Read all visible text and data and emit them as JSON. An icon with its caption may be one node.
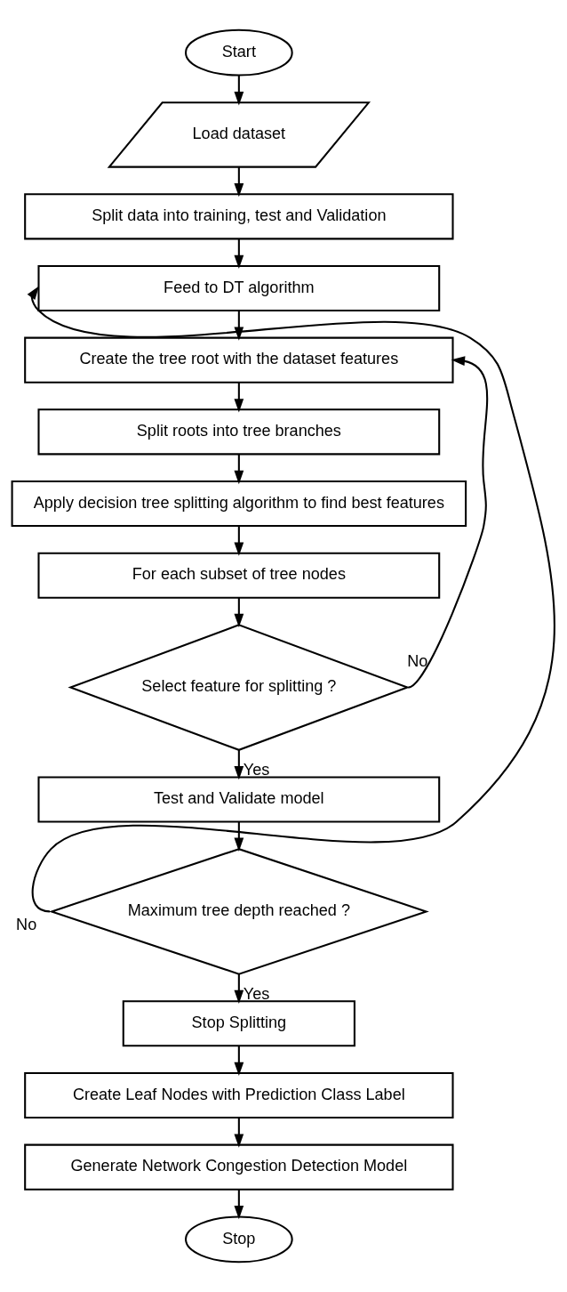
{
  "diagram": {
    "nodes": [
      {
        "text": [
          "Start"
        ]
      },
      {
        "text": [
          "Load dataset"
        ]
      },
      {
        "text": [
          "Split data into training, test and Validation"
        ]
      },
      {
        "text": [
          "Feed to DT algorithm"
        ]
      },
      {
        "text": [
          "Create the tree root with the dataset features"
        ]
      },
      {
        "text": [
          "Split roots into tree branches"
        ]
      },
      {
        "text": [
          "Apply decision tree splitting algorithm to find best features"
        ]
      },
      {
        "text": [
          "For each subset of tree nodes"
        ]
      },
      {
        "text": [
          "Select feature for splitting ?"
        ]
      },
      {
        "text": [
          "Test and Validate model"
        ]
      },
      {
        "text": [
          "Maximum tree depth reached ?"
        ]
      },
      {
        "text": [
          "Stop Splitting"
        ]
      },
      {
        "text": [
          "Create Leaf Nodes with Prediction Class Label"
        ]
      },
      {
        "text": [
          "Generate Network Congestion Detection Model"
        ]
      },
      {
        "text": [
          "Stop"
        ]
      }
    ],
    "edges": [
      {
        "from": 0,
        "to": 1,
        "arrow": "to"
      },
      {
        "from": 1,
        "to": 2,
        "arrow": "to"
      },
      {
        "from": 2,
        "to": 3,
        "arrow": "to"
      },
      {
        "from": 3,
        "to": 4,
        "arrow": "to"
      },
      {
        "from": 4,
        "to": 5,
        "arrow": "to"
      },
      {
        "from": 5,
        "to": 6,
        "arrow": "to"
      },
      {
        "from": 6,
        "to": 7,
        "arrow": "to"
      },
      {
        "from": 7,
        "to": 8,
        "arrow": "to"
      },
      {
        "from": 8,
        "to": 9,
        "arrow": "to",
        "label": "Yes"
      },
      {
        "from": 8,
        "to": 4,
        "arrow": "to",
        "label": "No"
      },
      {
        "from": 9,
        "to": 10,
        "arrow": "to"
      },
      {
        "from": 10,
        "to": 11,
        "arrow": "to",
        "label": "Yes"
      },
      {
        "from": 10,
        "to": 3,
        "arrow": "to",
        "label": "No"
      },
      {
        "from": 11,
        "to": 12,
        "arrow": "to"
      },
      {
        "from": 12,
        "to": 13,
        "arrow": "to"
      },
      {
        "from": 13,
        "to": 14,
        "arrow": "to"
      }
    ]
  }
}
